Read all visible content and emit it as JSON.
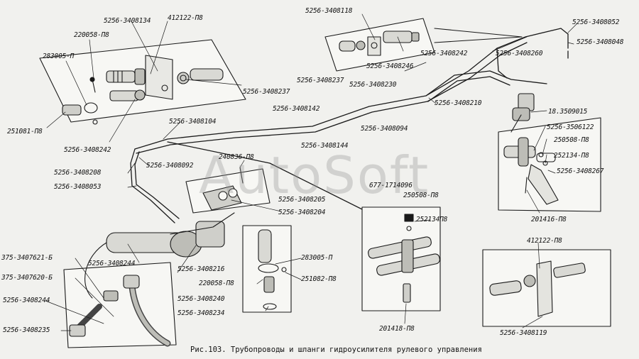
{
  "caption": "Рис.103. Трубопроводы и шланги гидроусилителя рулевого управления",
  "watermark": "AutoSoft",
  "labels": {
    "p5256_3408134": "5256-3408134",
    "p412122_top": "412122-П8",
    "p220058_top": "220058-П8",
    "p283005_top": "283005-П",
    "p5256_3408237_a": "5256-3408237",
    "p5256_3408237_b": "5256-3408237",
    "p251081": "251081-П8",
    "p5256_3408242_a": "5256-3408242",
    "p5256_3408118": "5256-3408118",
    "p5256_3408242_b": "5256-3408242",
    "p5256_3408246": "5256-3408246",
    "p5256_3408230": "5256-3408230",
    "p5256_3408260": "5256-3408260",
    "p5256_3408052": "5256-3408052",
    "p5256_3408048": "5256-3408048",
    "p5256_3408210": "5256-3408210",
    "p5256_3408142": "5256-3408142",
    "p5256_3408094": "5256-3408094",
    "p18_3509015": "18.3509015",
    "p5256_3506122": "5256-3506122",
    "p250508_a": "250508-П8",
    "p252134_a": "252134-П8",
    "p5256_3408267": "5256-3408267",
    "p201416_a": "201416-П8",
    "p5256_3408104": "5256-3408104",
    "p5256_3408144": "5256-3408144",
    "p5256_3408092": "5256-3408092",
    "p240836": "240836-П8",
    "p5256_3408208": "5256-3408208",
    "p5256_3408053": "5256-3408053",
    "p5256_3408205": "5256-3408205",
    "p5256_3408204": "5256-3408204",
    "p677_1714096": "677-1714096",
    "p250508_b": "250508-П8",
    "p252134_b": "252134П8",
    "p412122_right": "412122-П8",
    "p375_3407621": "375-3407621-Б",
    "p375_3407620": "375-3407620-Б",
    "p5256_3408244_a": "5256-3408244",
    "p5256_3408244_b": "5256-3408244",
    "p5256_3408235": "5256-3408235",
    "p5256_3408216": "5256-3408216",
    "p283005_mid": "283005-П",
    "p251082": "251082-П8",
    "p220058_mid": "220058-П8",
    "p5256_3408240": "5256-3408240",
    "p5256_3408234": "5256-3408234",
    "p201418": "201418-П8",
    "p5256_3408119": "5256-3408119"
  }
}
